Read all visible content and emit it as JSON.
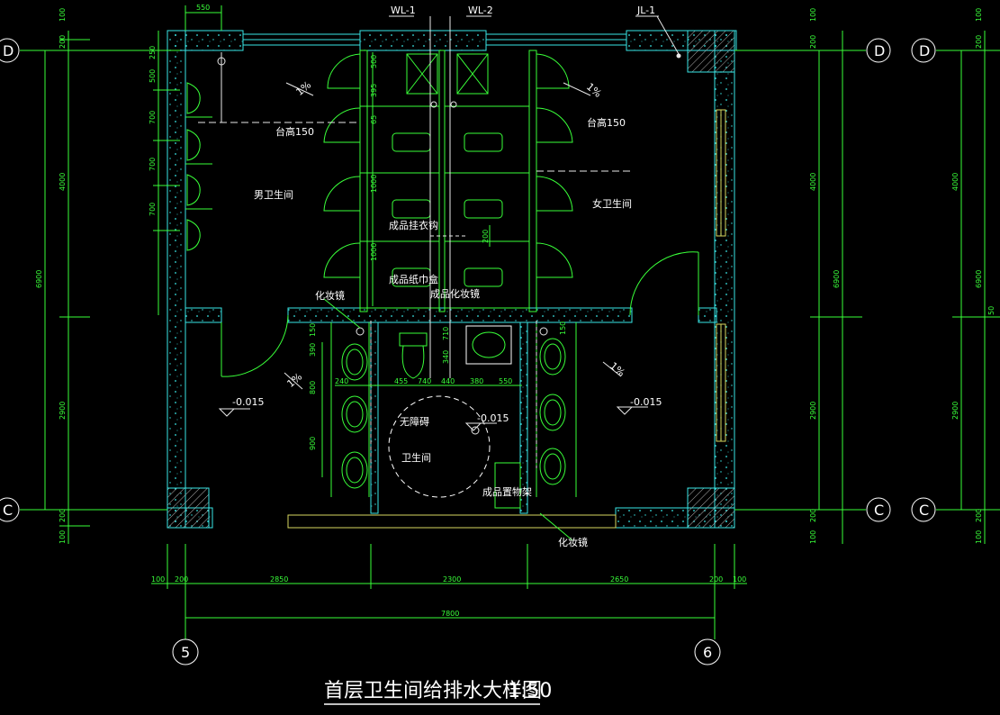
{
  "drawing": {
    "title": "首层卫生间给排水大样图",
    "title_scale": "1:50",
    "colors": {
      "background": "#000000",
      "wall": "#39e6e6",
      "dimension": "#39ff39",
      "fixture": "#39ff39",
      "pipe": "#e8e8e8",
      "text": "#ffffff"
    }
  },
  "pipes": {
    "wl1": "WL-1",
    "wl2": "WL-2",
    "jl1": "JL-1"
  },
  "axes": {
    "d": "D",
    "c": "C",
    "five": "5",
    "six": "6"
  },
  "rooms": {
    "male": "男卫生间",
    "female": "女卫生间",
    "accessible": "卫生间",
    "barrier_free": "无障碍"
  },
  "labels": {
    "counter_left": "台高150",
    "counter_right": "台高150",
    "hook": "成品挂衣钩",
    "tissue": "成品纸巾盒",
    "mirror_top": "成品化妆镜",
    "mirror_left": "化妆镜",
    "mirror_bottom": "化妆镜",
    "shelf": "成品置物架",
    "elev_left": "-0.015",
    "elev_center": "-0.015",
    "elev_right": "-0.015",
    "slope": "1%"
  },
  "dimensions": {
    "bottom": {
      "d100a": "100",
      "d200a": "200",
      "d2850": "2850",
      "d2300": "2300",
      "d2650": "2650",
      "d200b": "200",
      "d100b": "100",
      "d7800": "7800"
    },
    "top": {
      "d550": "550"
    },
    "left": {
      "d100a": "100",
      "d200a": "200",
      "d250": "250",
      "d500": "500",
      "d700a": "700",
      "d700b": "700",
      "d700c": "700",
      "d4000": "4000",
      "d6900": "6900",
      "d2900": "2900",
      "d200b": "200",
      "d100b": "100"
    },
    "interior": {
      "i500": "500",
      "i395": "395",
      "i65": "65",
      "i1000a": "1000",
      "i1000b": "1000",
      "i200": "200",
      "i150a": "150",
      "i390": "390",
      "i800": "800",
      "i900": "900",
      "i240": "240",
      "i455": "455",
      "i740": "740",
      "i440": "440",
      "i380": "380",
      "i550": "550",
      "i710": "710",
      "i340": "340",
      "i150b": "150"
    },
    "right": {
      "d100a": "100",
      "d200a": "200",
      "d4000a": "4000",
      "d6900a": "6900",
      "d2900a": "2900",
      "d200b": "200",
      "d100b": "100",
      "d4000b": "4000",
      "d6900b": "6900",
      "d2900b": "2900",
      "d100c": "100",
      "d200c": "200",
      "d200d": "200",
      "d100d": "100",
      "d50": "50"
    }
  }
}
